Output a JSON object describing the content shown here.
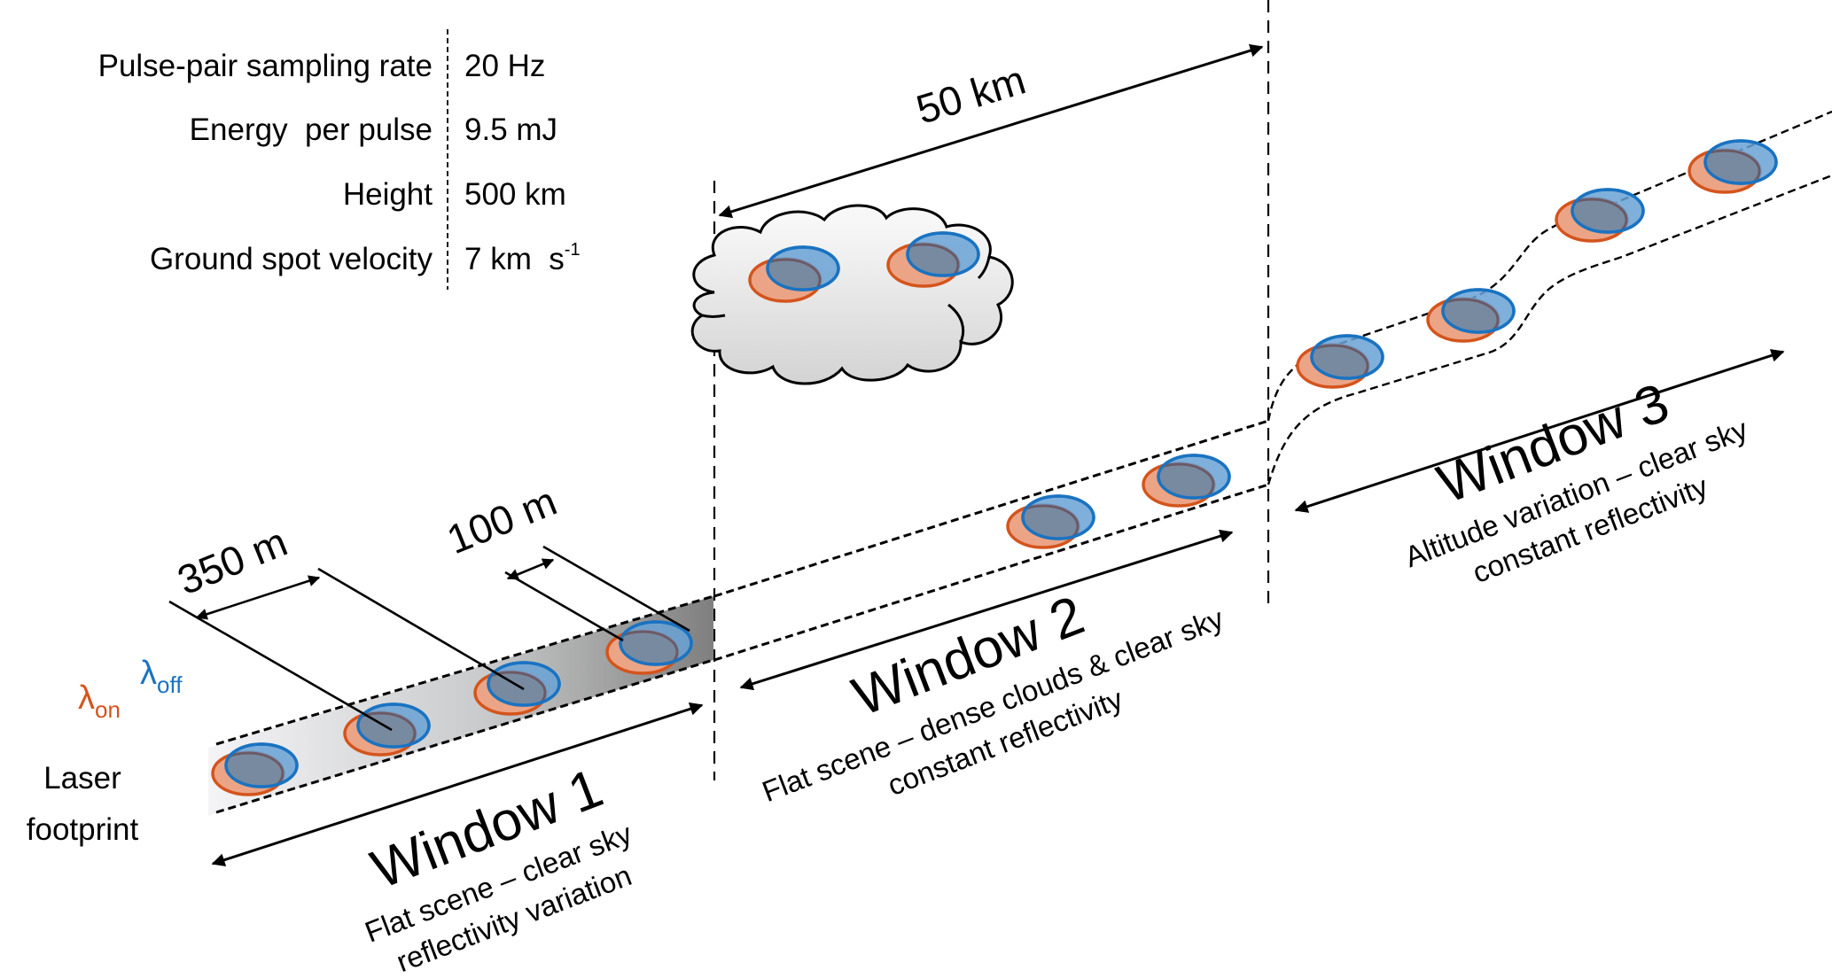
{
  "figure": {
    "parameters_table": [
      {
        "label": "Pulse-pair sampling rate",
        "value": "20 Hz",
        "superscript": ""
      },
      {
        "label": "Energy  per pulse",
        "value": "9.5 mJ",
        "superscript": ""
      },
      {
        "label": "Height",
        "value": "500 km",
        "superscript": ""
      },
      {
        "label": "Ground spot velocity",
        "value": "7 km  s",
        "superscript": "-1"
      }
    ],
    "dimensions": {
      "segment_length": "50 km",
      "footprint_spacing": "350 m",
      "pulse_pair_offset": "100 m"
    },
    "legend": {
      "lambda_symbol": "λ",
      "on_subscript": "on",
      "off_subscript": "off",
      "footprint_label_line1": "Laser",
      "footprint_label_line2": "footprint"
    },
    "windows": [
      {
        "title": "Window 1",
        "line1": "Flat scene – clear sky",
        "line2": "reflectivity variation"
      },
      {
        "title": "Window 2",
        "line1": "Flat scene – dense clouds & clear sky",
        "line2": "constant reflectivity"
      },
      {
        "title": "Window 3",
        "line1": "Altitude variation – clear sky",
        "line2": "constant reflectivity"
      }
    ],
    "colors": {
      "lambda_on": "#d4541c",
      "lambda_off": "#1a73c1",
      "lambda_on_fill": "#eba485",
      "lambda_off_fill": "#68a2d6",
      "overlap_fill": "#788aa0",
      "cloud_fill": "#e2e2e2"
    }
  }
}
